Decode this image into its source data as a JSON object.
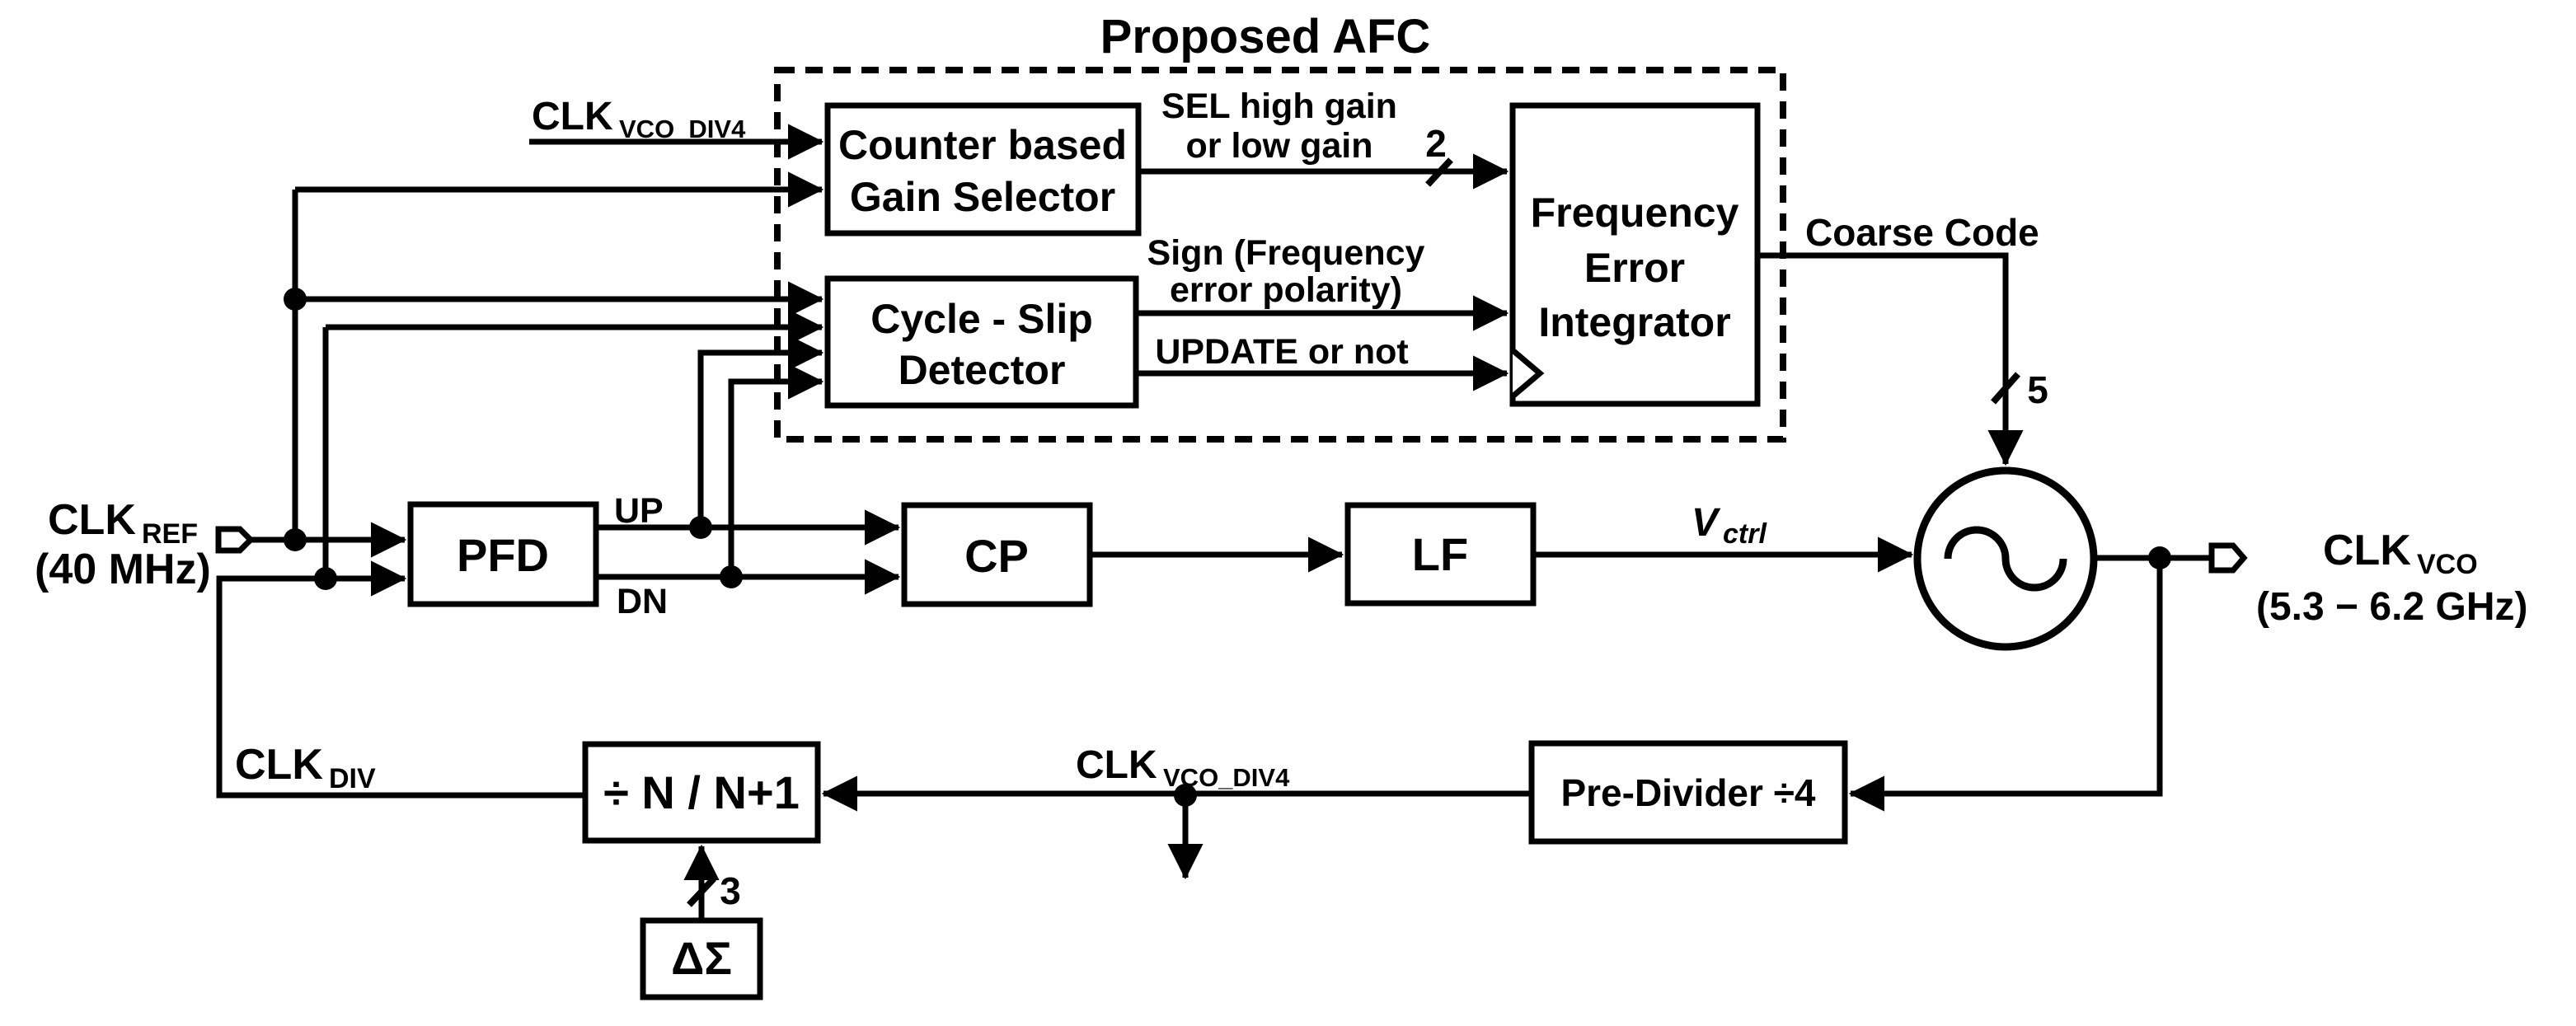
{
  "title": "Proposed AFC",
  "colors": {
    "ink": "#000000",
    "background": "#ffffff"
  },
  "blocks": {
    "counter_gain_selector": {
      "line1": "Counter based",
      "line2": "Gain Selector"
    },
    "cycle_slip_detector": {
      "line1": "Cycle - Slip",
      "line2": "Detector"
    },
    "frequency_error_integrator": {
      "line1": "Frequency",
      "line2": "Error",
      "line3": "Integrator"
    },
    "pfd": {
      "label": "PFD"
    },
    "cp": {
      "label": "CP"
    },
    "lf": {
      "label": "LF"
    },
    "n_divider": {
      "label": "÷ N / N+1"
    },
    "pre_divider": {
      "label": "Pre-Divider ÷4"
    },
    "delta_sigma": {
      "label": "ΔΣ"
    }
  },
  "signals": {
    "clk_ref": {
      "name": "CLK",
      "sub": "REF",
      "freq": "(40 MHz)"
    },
    "clk_vco": {
      "name": "CLK",
      "sub": "VCO",
      "range": "(5.3 − 6.2 GHz)"
    },
    "clk_div": {
      "name": "CLK",
      "sub": "DIV"
    },
    "clk_vco_div4_afc": {
      "name": "CLK",
      "sub": "VCO_DIV4"
    },
    "clk_vco_div4_loop": {
      "name": "CLK",
      "sub": "VCO_DIV4"
    },
    "up": "UP",
    "dn": "DN",
    "vctrl": {
      "name": "V",
      "sub": "ctrl"
    },
    "sel_gain": {
      "line1": "SEL high gain",
      "line2": "or low gain",
      "bus_width": "2"
    },
    "sign": {
      "line1": "Sign (Frequency",
      "line2": "error polarity)"
    },
    "update": "UPDATE or not",
    "coarse_code": {
      "label": "Coarse Code",
      "bus_width": "5"
    },
    "delta_sigma_bus_width": "3"
  }
}
